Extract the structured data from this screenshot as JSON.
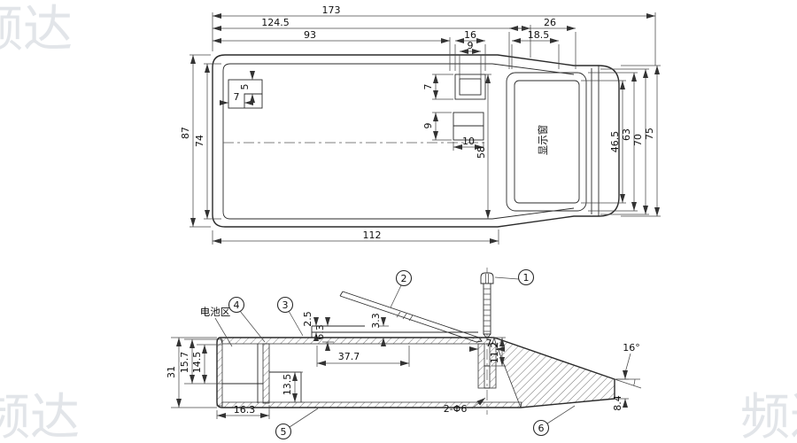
{
  "watermark": {
    "text": "频达"
  },
  "top_view": {
    "display_window": "显示窗",
    "dims": {
      "d173": "173",
      "d124_5": "124.5",
      "d93": "93",
      "d16": "16",
      "d9_top": "9",
      "d26": "26",
      "d18_5": "18.5",
      "d87": "87",
      "d74": "74",
      "d5": "5",
      "d7_detail": "7",
      "d7_mid": "7",
      "d9_mid": "9",
      "d10": "10",
      "d58": "58",
      "d112": "112",
      "d46_5": "46.5",
      "d63": "63",
      "d70": "70",
      "d75": "75"
    }
  },
  "section_view": {
    "battery_area": "电池区",
    "balloons": [
      "1",
      "2",
      "3",
      "4",
      "5",
      "6"
    ],
    "dims": {
      "d2_5": "2.5",
      "d6_3": "6.3",
      "d3_3": "3.3",
      "d37_7": "37.7",
      "d13_5": "13.5",
      "d16_3": "16.3",
      "d14_5": "14.5",
      "d15_7": "15.7",
      "d31": "31",
      "d11_2": "11.2",
      "d7": "7",
      "d16_deg": "16°",
      "d8_4": "8.4",
      "d2_phi6": "2-Φ6"
    }
  }
}
